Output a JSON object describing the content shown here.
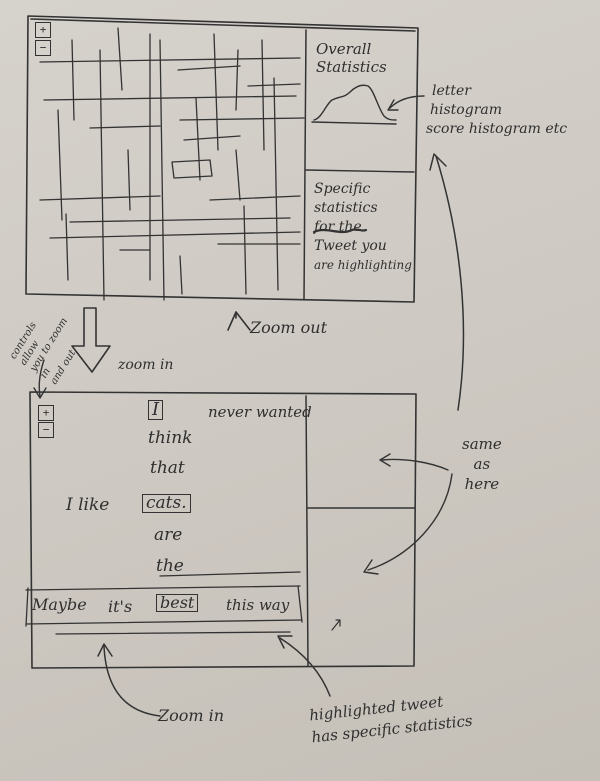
{
  "top_panel": {
    "zoom_in_label": "+",
    "zoom_out_label": "−",
    "overall_title_line1": "Overall",
    "overall_title_line2": "Statistics",
    "specific_line1": "Specific",
    "specific_line2": "statistics",
    "specific_line3": "for the",
    "specific_line4": "Tweet you",
    "specific_line5": "are highlighting"
  },
  "annotations": {
    "histogram_line1": "letter",
    "histogram_line2": "histogram",
    "histogram_line3": "score histogram etc",
    "zoom_out": "Zoom out",
    "controls_line1": "controls",
    "controls_line2": "allow",
    "controls_line3": "you to zoom",
    "controls_line4": "in",
    "controls_line5": "and out",
    "zoom_in_arrow": "zoom in",
    "same_as_here_line1": "same",
    "same_as_here_line2": "as",
    "same_as_here_line3": "here",
    "zoom_in_bottom": "Zoom in",
    "highlighted_line1": "highlighted tweet",
    "highlighted_line2": "has specific statistics"
  },
  "bottom_panel": {
    "zoom_in_label": "+",
    "zoom_out_label": "−",
    "words": {
      "i": "I",
      "never_wanted": "never wanted",
      "think": "think",
      "that": "that",
      "i_like": "I like",
      "cats": "cats.",
      "are": "are",
      "the": "the",
      "maybe": "Maybe",
      "its": "it's",
      "best": "best",
      "this_way": "this way"
    }
  }
}
